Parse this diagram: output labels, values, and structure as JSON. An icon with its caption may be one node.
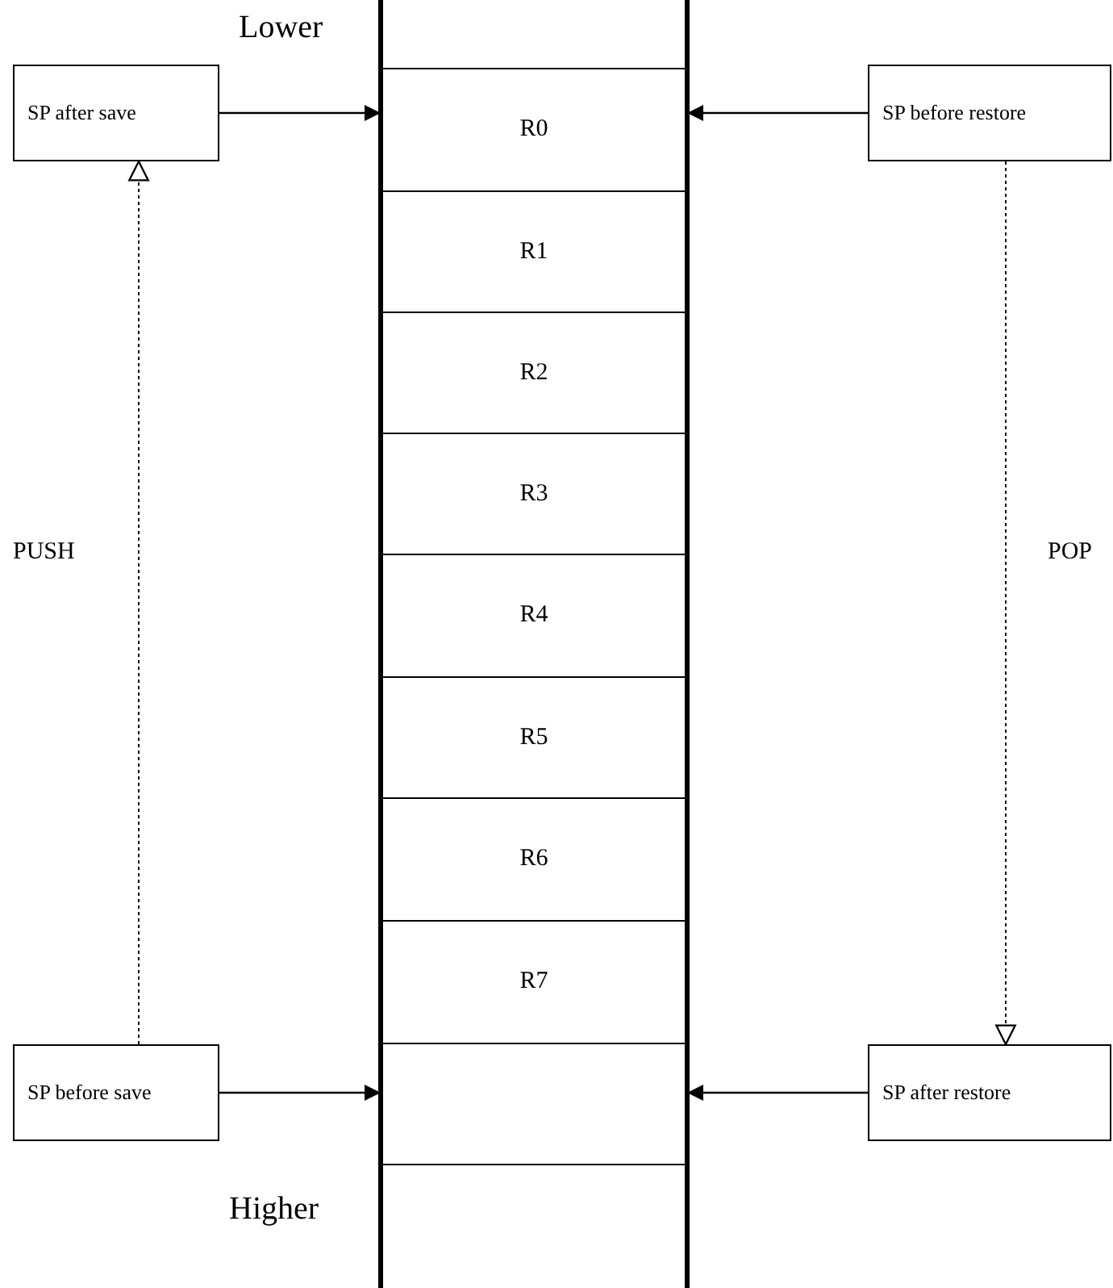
{
  "diagram": {
    "nodes": [
      {
        "text": [
          "SP after save"
        ]
      },
      {
        "text": [
          "SP before restore"
        ]
      },
      {
        "text": [
          "R0"
        ]
      },
      {
        "text": [
          "R1"
        ]
      },
      {
        "text": [
          "R2"
        ]
      },
      {
        "text": [
          "R3"
        ]
      },
      {
        "text": [
          "R4"
        ]
      },
      {
        "text": [
          "R5"
        ]
      },
      {
        "text": [
          "R6"
        ]
      },
      {
        "text": [
          "R7"
        ]
      },
      {
        "text": [],
        "shape": "box"
      },
      {
        "text": [
          "SP before save"
        ]
      },
      {
        "text": [
          "SP after restore"
        ]
      }
    ],
    "edges": [
      {
        "from": 0,
        "to": 2,
        "arrow": "to"
      },
      {
        "from": 1,
        "to": 2,
        "arrow": "to"
      },
      {
        "from": 11,
        "to": 0,
        "arrow": "to",
        "style": "dashed",
        "label": "PUSH"
      },
      {
        "from": 1,
        "to": 12,
        "arrow": "to",
        "style": "dashed",
        "label": "POP"
      },
      {
        "from": 11,
        "to": 10,
        "arrow": "to"
      },
      {
        "from": 12,
        "to": 10,
        "arrow": "to"
      }
    ],
    "labels": [
      "Lower",
      "Higher"
    ]
  }
}
